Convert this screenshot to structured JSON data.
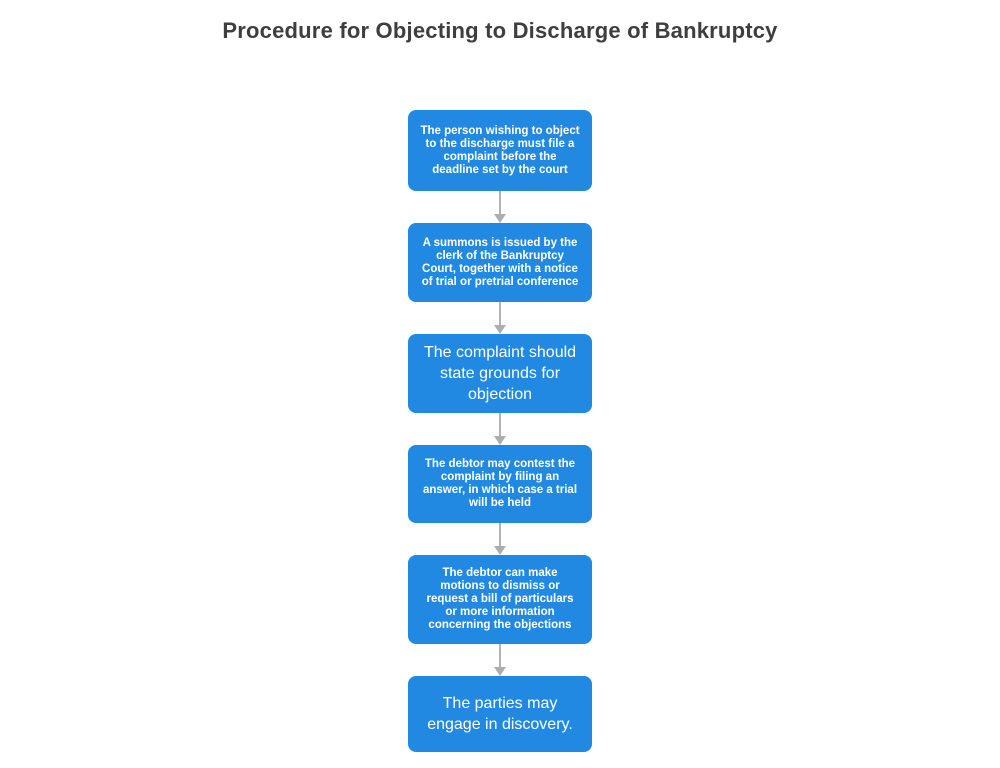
{
  "title": "Procedure for Objecting to Discharge of Bankruptcy",
  "diagram": {
    "type": "flowchart",
    "direction": "top-down",
    "steps": [
      {
        "id": 1,
        "text": "The person wishing to object to the discharge must file a complaint before the deadline set by the court"
      },
      {
        "id": 2,
        "text": "A summons is issued by the clerk of the Bankruptcy Court, together with a notice of trial or pretrial conference"
      },
      {
        "id": 3,
        "text": "The complaint should state grounds for objection"
      },
      {
        "id": 4,
        "text": "The debtor may contest the complaint by filing an answer, in which case a trial will be held"
      },
      {
        "id": 5,
        "text": "The debtor can make motions to dismiss or request a bill of particulars or more information concerning the objections"
      },
      {
        "id": 6,
        "text": "The parties may engage in discovery."
      }
    ]
  },
  "colors": {
    "background": "#ffffff",
    "node_fill": "#2289e3",
    "node_text": "#ffffff",
    "title_text": "#3e3e3e",
    "arrow": "#b3b3b3"
  }
}
